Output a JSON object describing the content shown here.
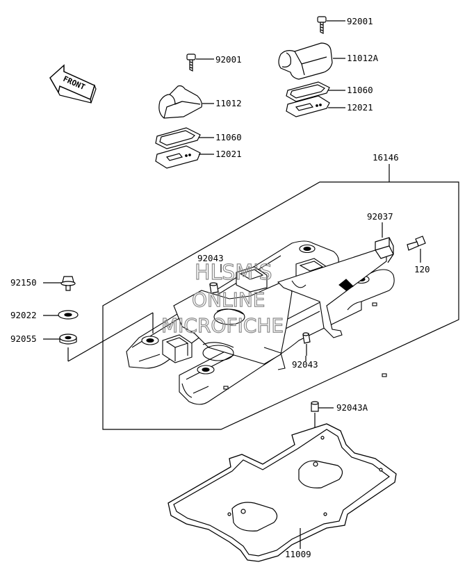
{
  "diagram": {
    "front_label": "FRONT",
    "watermark": [
      "HLSM'S",
      "ONLINE",
      "MICROFICHE"
    ],
    "parts": {
      "bolt_top_right": "92001",
      "bolt_top_left": "92001",
      "breather_right": "11012A",
      "breather_left": "11012",
      "gasket_right": "11060",
      "plate_right": "12021",
      "gasket_left": "11060",
      "plate_left": "12021",
      "cover_assy": "16146",
      "clamp": "92037",
      "pin_upper": "92043",
      "bolt_120": "120",
      "bolt_92150": "92150",
      "washer_92022": "92022",
      "grommet_92055": "92055",
      "pin_lower": "92043",
      "pin_92043a": "92043A",
      "head_gasket": "11009"
    }
  }
}
